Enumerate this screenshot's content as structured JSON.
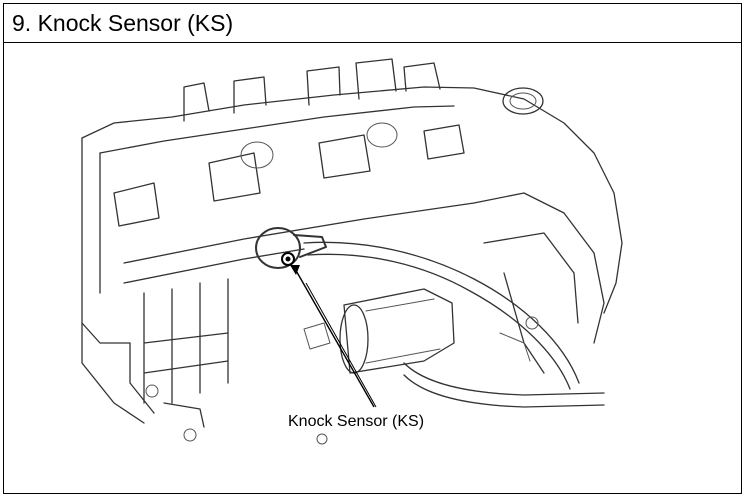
{
  "header": {
    "title": "9. Knock Sensor (KS)"
  },
  "figure": {
    "callout_label": "Knock Sensor (KS)",
    "icons": [
      "engine-block-illustration",
      "knock-sensor-icon",
      "leader-line"
    ]
  }
}
